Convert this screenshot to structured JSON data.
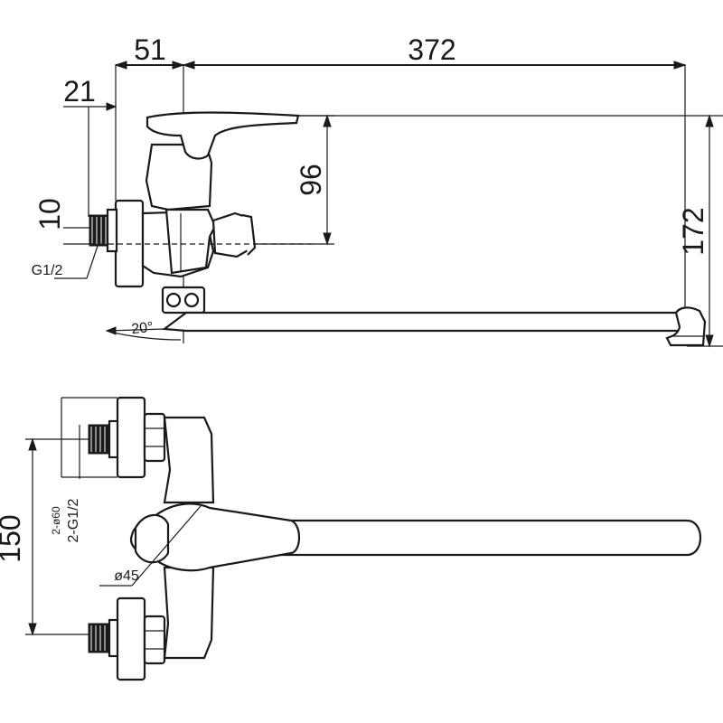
{
  "dimensions": {
    "inlet_offset": "51",
    "spout_length": "372",
    "wall_gap": "21",
    "lever_height": "96",
    "total_height": "172",
    "inlet_height": "10",
    "thread_size": "G1/2",
    "spout_angle": "20°",
    "center_distance": "150",
    "flange_diameter": "2-ø60",
    "thread_pair": "2-G1/2",
    "body_diameter": "ø45"
  }
}
